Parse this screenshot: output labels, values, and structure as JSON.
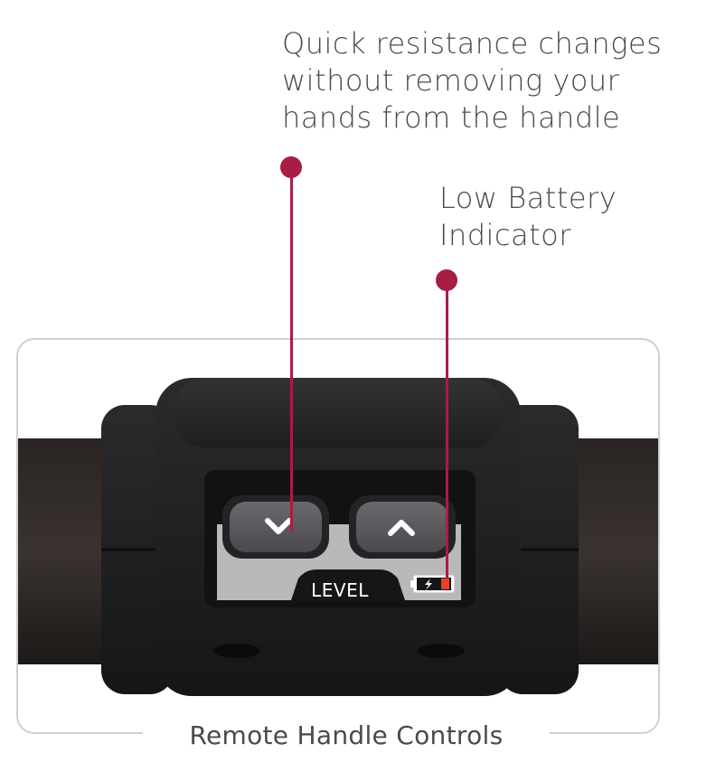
{
  "callouts": {
    "quick_resistance": [
      "Quick resistance changes",
      "without removing your",
      "hands from the handle"
    ],
    "low_battery": [
      "Low Battery",
      "Indicator"
    ]
  },
  "device": {
    "level_label": "LEVEL",
    "down_button_icon": "chevron-down-icon",
    "up_button_icon": "chevron-up-icon",
    "battery_icon": "low-battery-icon"
  },
  "caption": "Remote Handle Controls",
  "colors": {
    "accent": "#a81d43",
    "battery_red": "#e8432b",
    "text": "#4a4a4a",
    "frame": "#cfcfcf"
  }
}
